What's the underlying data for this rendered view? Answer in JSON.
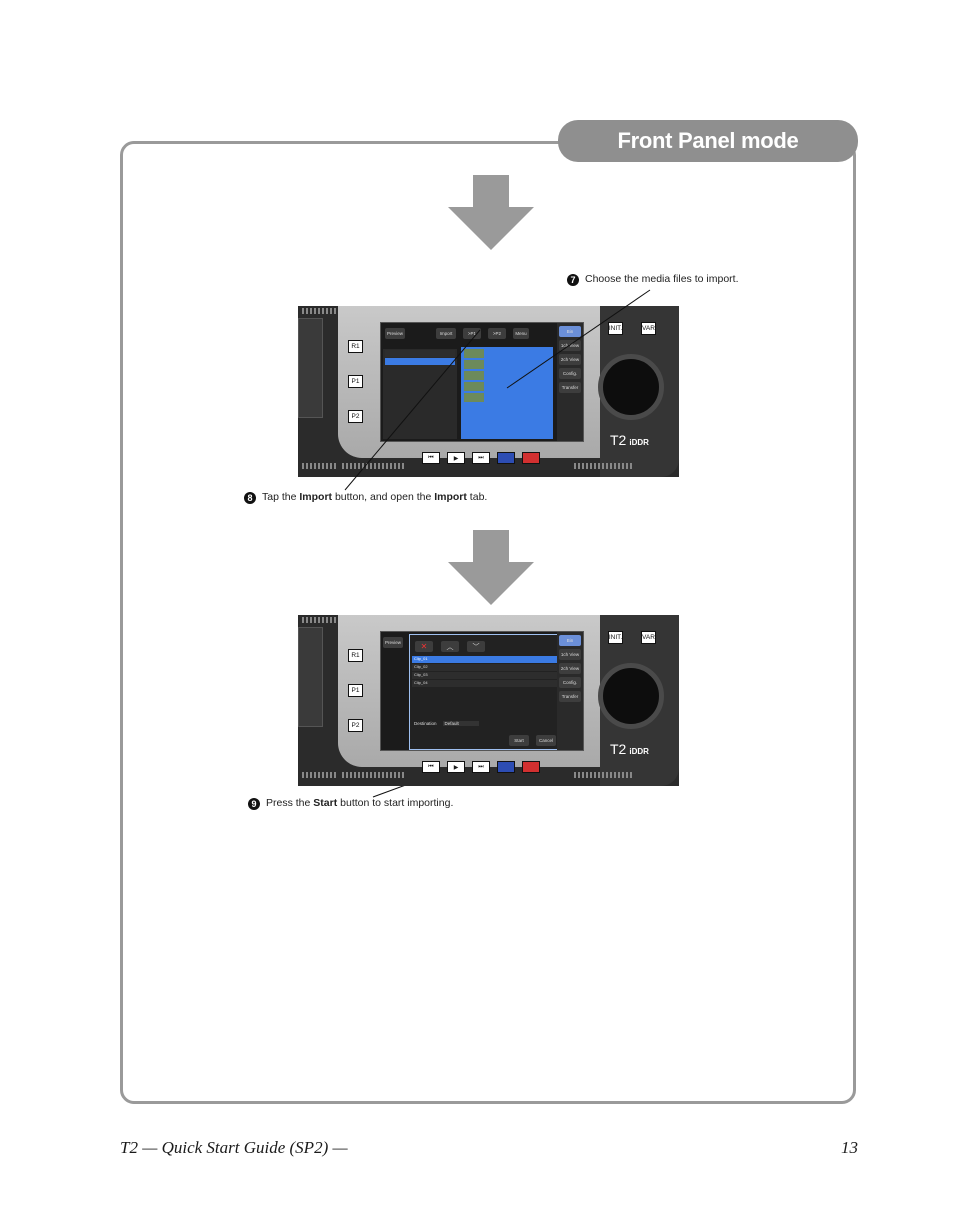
{
  "header": {
    "title": "Front Panel mode"
  },
  "callouts": {
    "c7": {
      "num": "7",
      "text": "Choose the media files to import."
    },
    "c8": {
      "num": "8",
      "pre": "Tap the ",
      "b1": "Import",
      "mid": " button, and open the ",
      "b2": "Import",
      "post": " tab."
    },
    "c9": {
      "num": "9",
      "pre": "Press the ",
      "b1": "Start",
      "post": " button to start importing."
    }
  },
  "device": {
    "brand": "T2",
    "brand_sub": "iDDR",
    "buttons": [
      "R1",
      "P1",
      "P2"
    ],
    "right_buttons": [
      "INIT.",
      "VAR"
    ],
    "side_buttons": [
      "Bin",
      "1ch View",
      "2ch View",
      "Config.",
      "Transfer"
    ],
    "top_toolbar": [
      "Preview",
      "Import",
      ">P1",
      ">P2",
      "Menu"
    ],
    "clips": [
      "Clip_01",
      "Clip_02",
      "Clip_03",
      "Clip_04"
    ],
    "destination_label": "Destination",
    "destination_value": "Default",
    "start_label": "Start",
    "cancel_label": "Cancel"
  },
  "footer": {
    "left": "T2 — Quick Start Guide (SP2) —",
    "page": "13"
  }
}
